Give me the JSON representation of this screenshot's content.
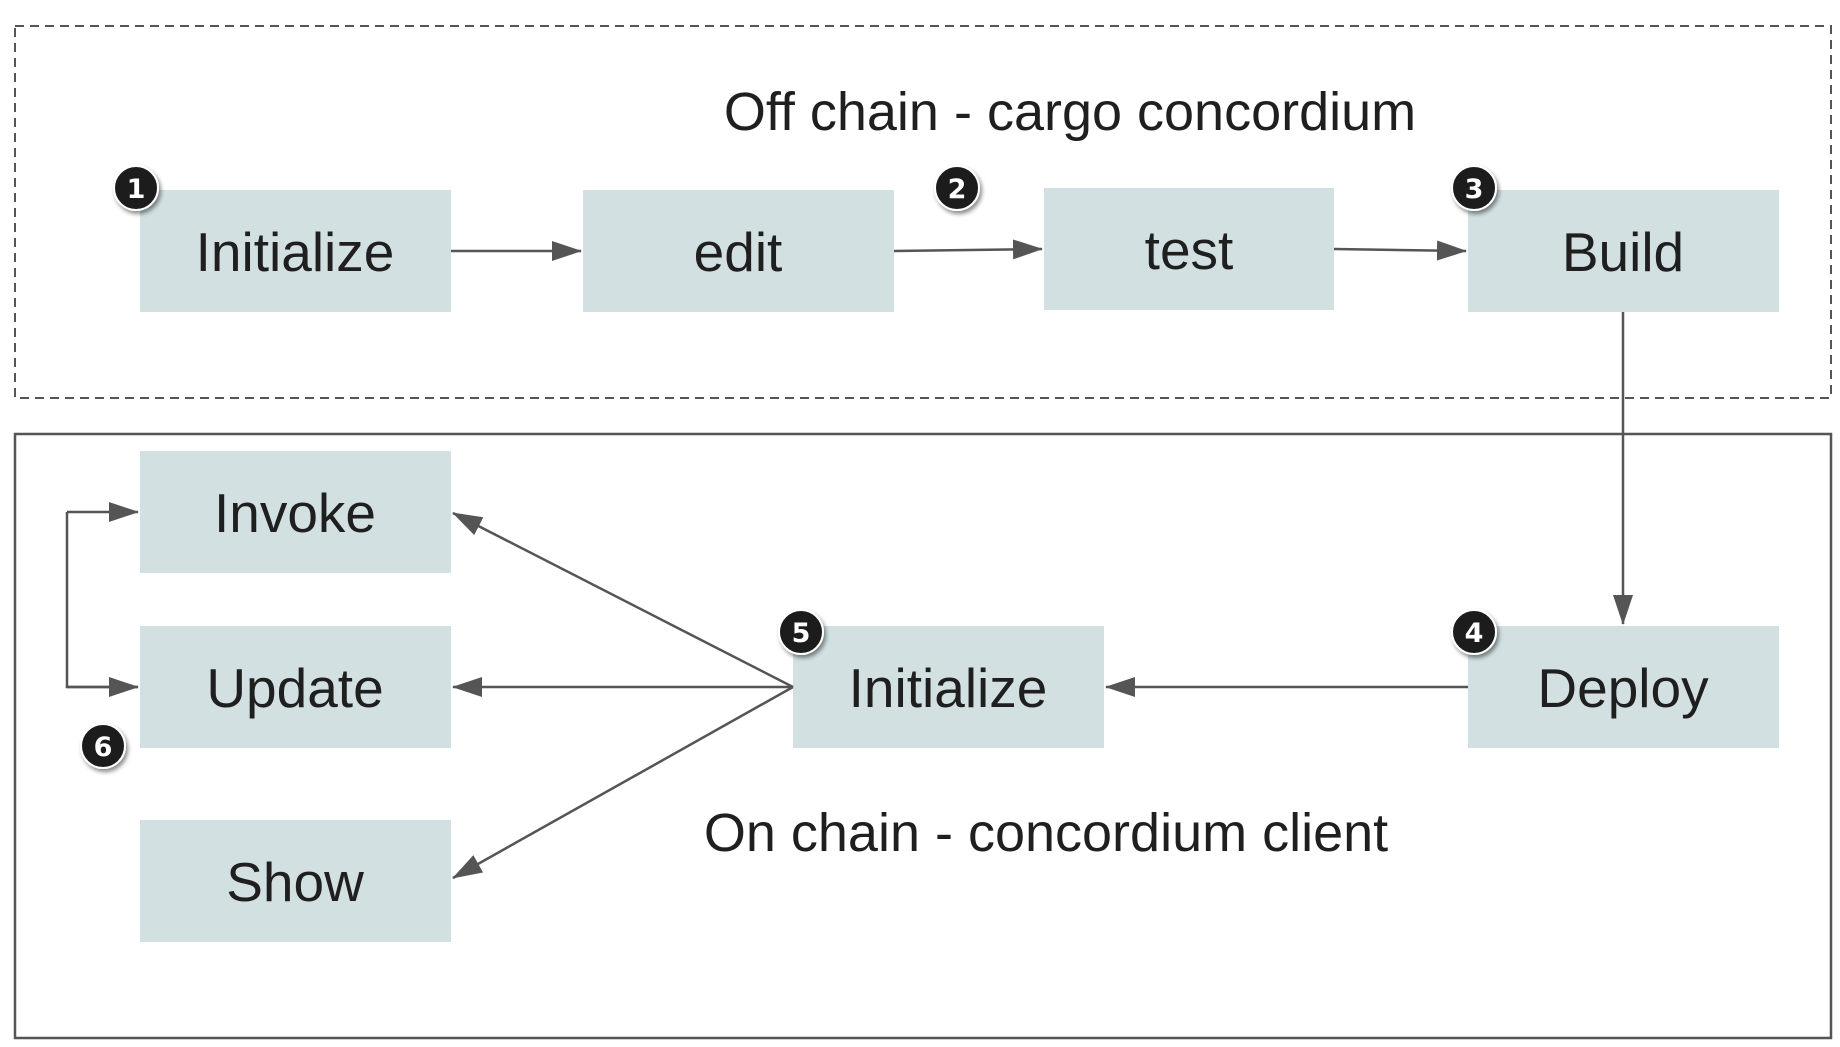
{
  "colors": {
    "box_fill": "#d2e0e2",
    "arrow": "#555555",
    "badge_fill": "#1e1e1e",
    "border": "#555555"
  },
  "groups": {
    "off_chain": {
      "title": "Off chain - cargo concordium"
    },
    "on_chain": {
      "title": "On chain - concordium client"
    }
  },
  "steps": {
    "initialize_off": "Initialize",
    "edit": "edit",
    "test": "test",
    "build": "Build",
    "deploy": "Deploy",
    "initialize_on": "Initialize",
    "invoke": "Invoke",
    "update": "Update",
    "show": "Show"
  },
  "badges": [
    "1",
    "2",
    "3",
    "4",
    "5",
    "6"
  ]
}
